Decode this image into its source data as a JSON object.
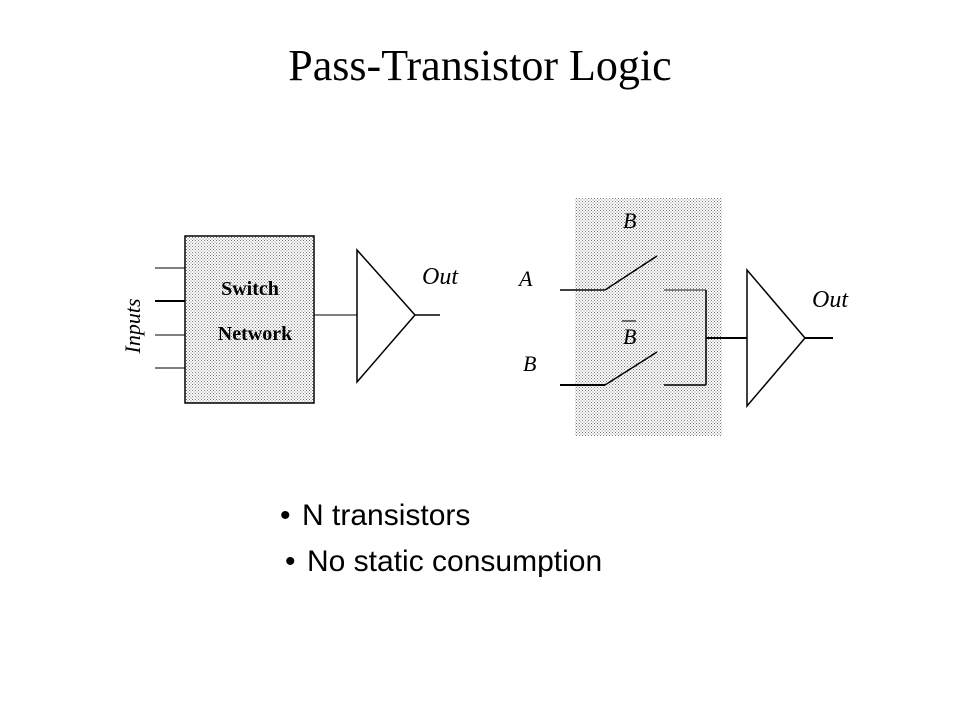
{
  "slide": {
    "title": "Pass-Transistor Logic"
  },
  "left_diagram": {
    "inputs_label": "Inputs",
    "box_line1": "Switch",
    "box_line2": "Network",
    "output_label": "Out"
  },
  "right_diagram": {
    "top_control": "B",
    "input_a": "A",
    "bottom_control": "B",
    "bottom_control_inverted": true,
    "input_b": "B",
    "output_label": "Out"
  },
  "bullets": [
    "N transistors",
    "No static consumption"
  ],
  "colors": {
    "line": "#000000",
    "dot_fill": "#777777",
    "background": "#ffffff"
  }
}
